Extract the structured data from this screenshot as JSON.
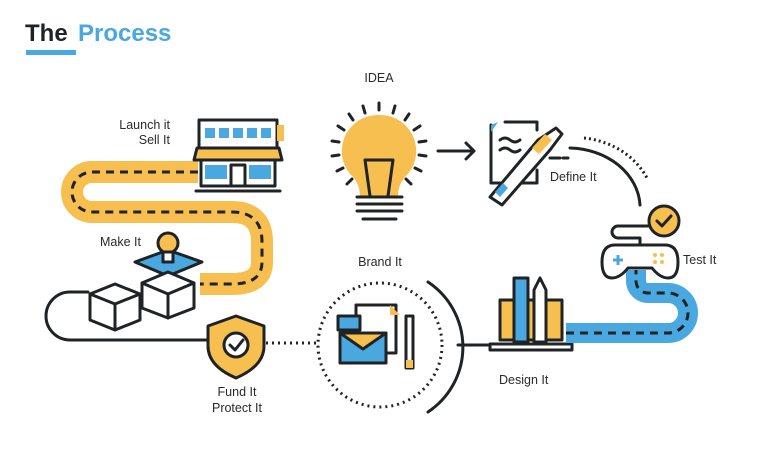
{
  "title": {
    "part1": "The",
    "part2": "Process"
  },
  "colors": {
    "yellow": "#f6bf4f",
    "blue": "#4aa8e0",
    "dark": "#1f2326"
  },
  "steps": {
    "idea": "IDEA",
    "define": "Define It",
    "test": "Test It",
    "design": "Design It",
    "brand": "Brand It",
    "fund": [
      "Fund It",
      "Protect It"
    ],
    "make": "Make It",
    "launch": [
      "Launch it",
      "Sell It"
    ]
  }
}
